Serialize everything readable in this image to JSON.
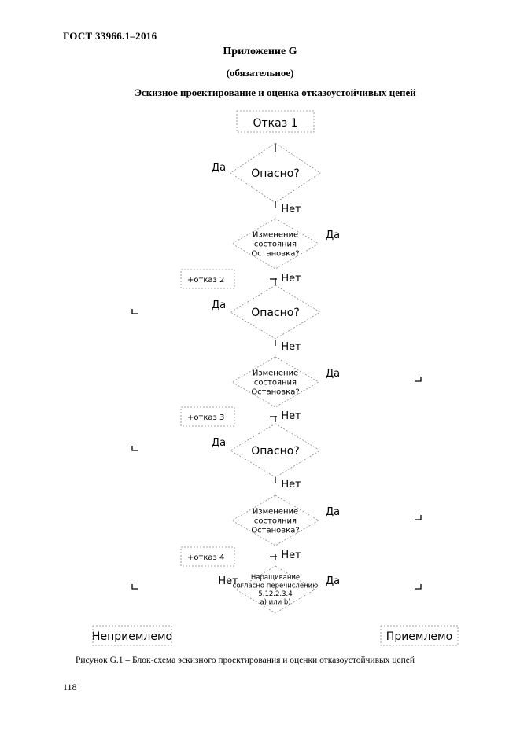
{
  "header": {
    "doc_code": "ГОСТ  33966.1–2016",
    "appendix_title": "Приложение G",
    "appendix_status": "(обязательное)",
    "appendix_heading": "Эскизное проектирование и оценка отказоустойчивых цепей"
  },
  "flowchart": {
    "start": "Отказ 1",
    "decisions": [
      {
        "id": "d1",
        "lines": [
          "Опасно?"
        ],
        "yes": "Да",
        "no": "Нет"
      },
      {
        "id": "d2",
        "lines": [
          "Изменение",
          "состояния",
          "Остановка?"
        ],
        "yes": "Да",
        "no": "Нет"
      },
      {
        "id": "d3",
        "lines": [
          "Опасно?"
        ],
        "yes": "Да",
        "no": "Нет"
      },
      {
        "id": "d4",
        "lines": [
          "Изменение",
          "состояния",
          "Остановка?"
        ],
        "yes": "Да",
        "no": "Нет"
      },
      {
        "id": "d5",
        "lines": [
          "Опасно?"
        ],
        "yes": "Да",
        "no": "Нет"
      },
      {
        "id": "d6",
        "lines": [
          "Изменение",
          "состояния",
          "Остановка?"
        ],
        "yes": "Да",
        "no": "Нет"
      },
      {
        "id": "d7",
        "lines": [
          "Наращивание",
          "согласно перечислению",
          "5.12.2.3.4",
          "a) или b)"
        ],
        "yes": "Да",
        "no": "Нет"
      }
    ],
    "failure_labels": [
      "+отказ 2",
      "+отказ 3",
      "+отказ 4"
    ],
    "outcome_reject": "Неприемлемо",
    "outcome_accept": "Приемлемо"
  },
  "figure_caption": "Рисунок G.1 – Блок-схема эскизного проектирования и оценки отказоустойчивых цепей",
  "page_number": "118"
}
